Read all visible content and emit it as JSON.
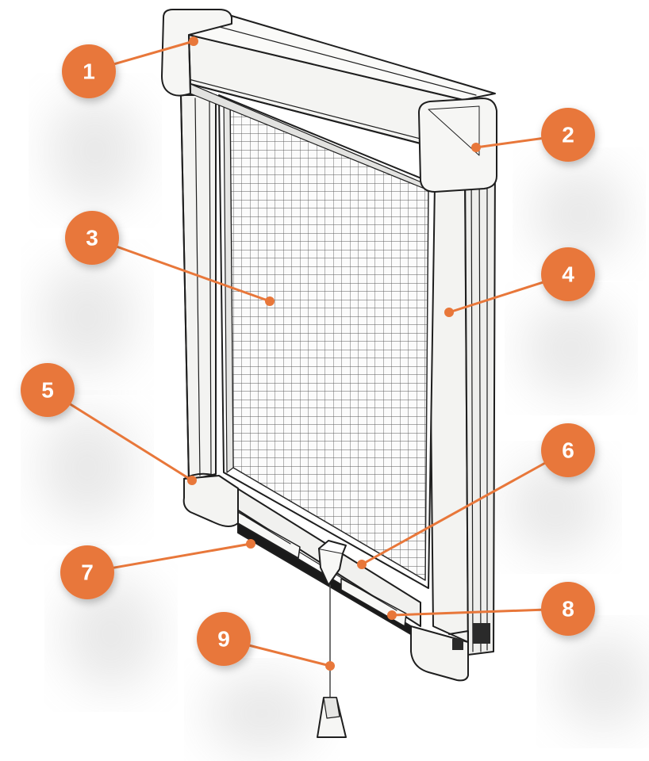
{
  "colors": {
    "accent": "#E8773A",
    "frame_fill": "#f4f4f2",
    "frame_stroke": "#1e1e1e",
    "mesh": "#555555"
  },
  "callouts": [
    {
      "label": "1"
    },
    {
      "label": "2"
    },
    {
      "label": "3"
    },
    {
      "label": "4"
    },
    {
      "label": "5"
    },
    {
      "label": "6"
    },
    {
      "label": "7"
    },
    {
      "label": "8"
    },
    {
      "label": "9"
    }
  ]
}
